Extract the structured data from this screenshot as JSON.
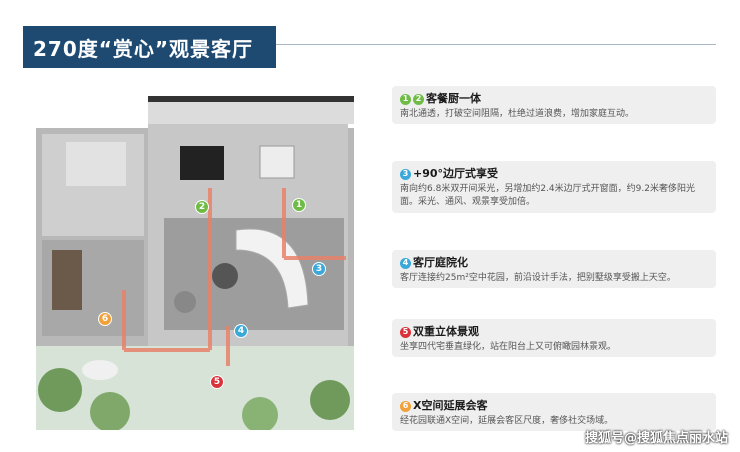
{
  "header": {
    "title": "270度“赏心”观景客厅"
  },
  "colors": {
    "title_bg": "#1e4a72",
    "green": "#6ebc46",
    "blue": "#3aa8d8",
    "red": "#d9323a",
    "orange": "#f2a03a",
    "arrow": "#e8826a"
  },
  "plan": {
    "markers": [
      "1",
      "2",
      "3",
      "4",
      "5",
      "6"
    ]
  },
  "features": [
    {
      "badges": [
        "1",
        "2"
      ],
      "title": "客餐厨一体",
      "desc": "南北通透，打破空间阻隔，杜绝过道浪费，增加家庭互动。"
    },
    {
      "badges": [
        "3"
      ],
      "title": "+90°边厅式享受",
      "desc": "南向约6.8米双开间采光，另增加约2.4米边厅式开窗面，约9.2米奢侈阳光面。采光、通风、观景享受加倍。"
    },
    {
      "badges": [
        "4"
      ],
      "title": "客厅庭院化",
      "desc": "客厅连接约25m²空中花园，前沿设计手法，把别墅级享受搬上天空。"
    },
    {
      "badges": [
        "5"
      ],
      "title": "双重立体景观",
      "desc": "坐享四代宅垂直绿化，站在阳台上又可俯瞰园林景观。"
    },
    {
      "badges": [
        "6"
      ],
      "title": "X空间延展会客",
      "desc": "经花园联通X空间，延展会客区尺度，奢侈社交场域。"
    }
  ],
  "watermark": "搜狐号@搜狐焦点丽水站"
}
